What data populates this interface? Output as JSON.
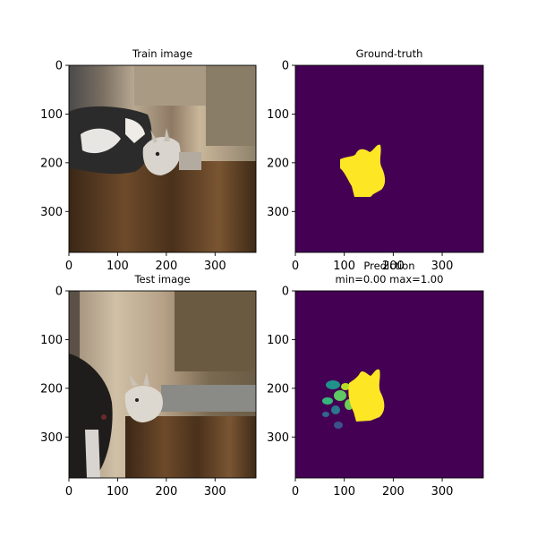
{
  "chart_data": [
    {
      "type": "image",
      "title": "Train image",
      "xlim": [
        0,
        384
      ],
      "ylim": [
        384,
        0
      ],
      "xticks": [
        0,
        100,
        200,
        300
      ],
      "yticks": [
        0,
        100,
        200,
        300
      ],
      "xtick_labels": [
        "0",
        "100",
        "200",
        "300"
      ],
      "ytick_labels": [
        "0",
        "100",
        "200",
        "300"
      ]
    },
    {
      "type": "heatmap",
      "title": "Ground-truth",
      "colormap": "viridis",
      "xlim": [
        0,
        384
      ],
      "ylim": [
        384,
        0
      ],
      "xticks": [
        0,
        100,
        200,
        300
      ],
      "yticks": [
        0,
        100,
        200,
        300
      ],
      "xtick_labels": [
        "0",
        "100",
        "200",
        "300"
      ],
      "ytick_labels": [
        "0",
        "100",
        "200",
        "300"
      ]
    },
    {
      "type": "image",
      "title": "Test image",
      "xlim": [
        0,
        384
      ],
      "ylim": [
        384,
        0
      ],
      "xticks": [
        0,
        100,
        200,
        300
      ],
      "yticks": [
        0,
        100,
        200,
        300
      ],
      "xtick_labels": [
        "0",
        "100",
        "200",
        "300"
      ],
      "ytick_labels": [
        "0",
        "100",
        "200",
        "300"
      ]
    },
    {
      "type": "heatmap",
      "title": "Prediction\nmin=0.00 max=1.00",
      "colormap": "viridis",
      "value_range": [
        0.0,
        1.0
      ],
      "xlim": [
        0,
        384
      ],
      "ylim": [
        384,
        0
      ],
      "xticks": [
        0,
        100,
        200,
        300
      ],
      "yticks": [
        0,
        100,
        200,
        300
      ],
      "xtick_labels": [
        "0",
        "100",
        "200",
        "300"
      ],
      "ytick_labels": [
        "0",
        "100",
        "200",
        "300"
      ]
    }
  ],
  "colors": {
    "viridis_low": "#440154",
    "viridis_high": "#fde725",
    "viridis_mid_teal": "#21918c",
    "viridis_mid_green": "#5ec962"
  }
}
